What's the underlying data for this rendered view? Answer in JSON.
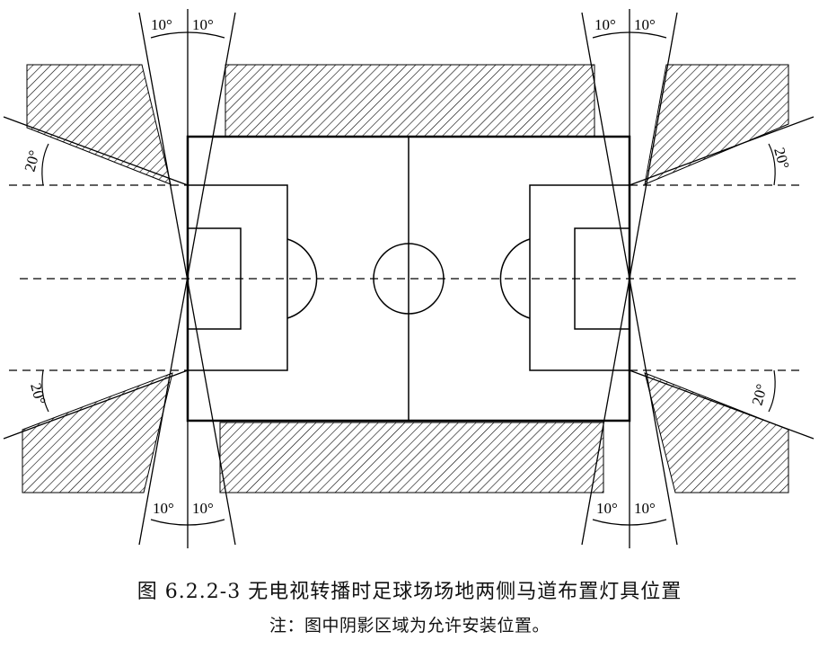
{
  "figure": {
    "caption": "图 6.2.2-3   无电视转播时足球场场地两侧马道布置灯具位置",
    "note": "注：图中阴影区域为允许安装位置。"
  },
  "angles": {
    "goal_line_angle": "10°",
    "side_angle": "20°"
  },
  "style": {
    "line_color": "#000000",
    "background": "#ffffff"
  }
}
